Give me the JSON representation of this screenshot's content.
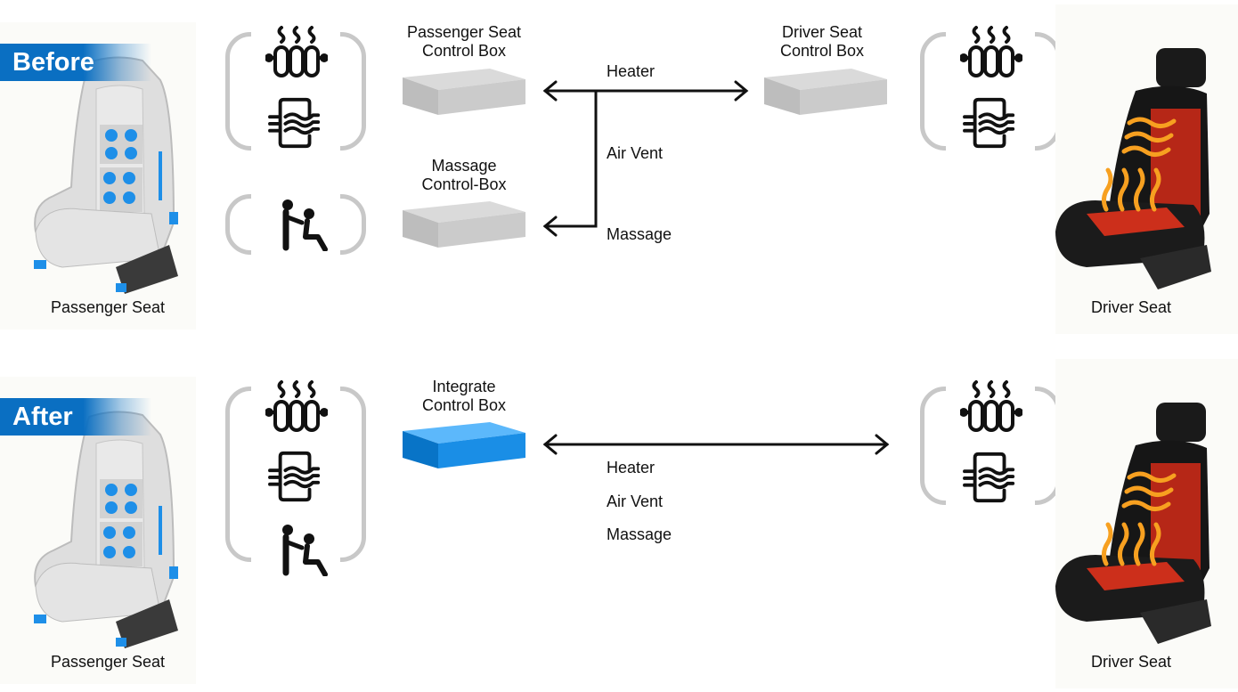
{
  "sections": {
    "before": {
      "label": "Before",
      "passenger_seat_label": "Passenger Seat",
      "driver_seat_label": "Driver Seat",
      "passenger_seat_box_label_line1": "Passenger Seat",
      "passenger_seat_box_label_line2": "Control Box",
      "massage_box_label_line1": "Massage",
      "massage_box_label_line2": "Control-Box",
      "driver_seat_box_label_line1": "Driver Seat",
      "driver_seat_box_label_line2": "Control Box",
      "functions": [
        "Heater",
        "Air Vent",
        "Massage"
      ],
      "passenger_icons": [
        "heater-icon",
        "air-vent-icon"
      ],
      "passenger_massage_icons": [
        "massage-icon"
      ],
      "driver_icons": [
        "heater-icon",
        "air-vent-icon"
      ]
    },
    "after": {
      "label": "After",
      "passenger_seat_label": "Passenger Seat",
      "driver_seat_label": "Driver Seat",
      "integrate_box_label_line1": "Integrate",
      "integrate_box_label_line2": "Control Box",
      "functions": [
        "Heater",
        "Air Vent",
        "Massage"
      ],
      "passenger_icons": [
        "heater-icon",
        "air-vent-icon",
        "massage-icon"
      ],
      "driver_icons": [
        "heater-icon",
        "air-vent-icon"
      ]
    }
  },
  "colors": {
    "banner": "#0a6fc2",
    "gray_box": "#cfcfcf",
    "integrate_box": "#1a8ee6",
    "bracket": "#c8c8c8",
    "passenger_accent": "#1e8fe8",
    "driver_heat": "#e8321e"
  }
}
